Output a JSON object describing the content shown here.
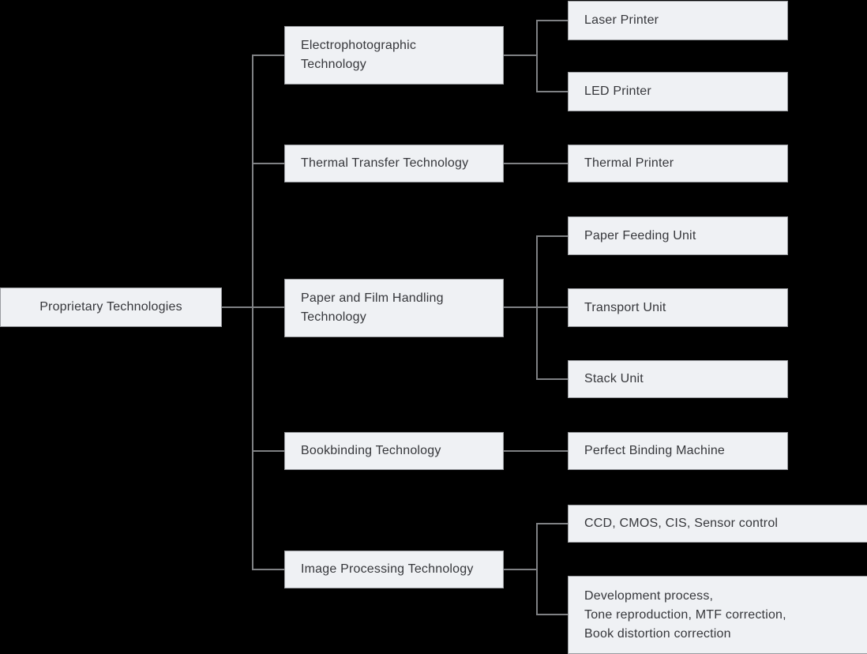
{
  "diagram": {
    "title": "Proprietary Technologies tree diagram",
    "colors": {
      "background": "#000000",
      "box_fill": "#eff1f4",
      "box_border": "#9a9ca0",
      "line_color": "#7f8184",
      "text_color": "#36373b"
    },
    "root": {
      "label": "Proprietary Technologies"
    },
    "branches": [
      {
        "label": "Electrophotographic\nTechnology",
        "children": [
          "Laser Printer",
          "LED Printer"
        ]
      },
      {
        "label": "Thermal Transfer Technology",
        "children": [
          "Thermal Printer"
        ]
      },
      {
        "label": "Paper and Film Handling\nTechnology",
        "children": [
          "Paper Feeding Unit",
          "Transport Unit",
          "Stack Unit"
        ]
      },
      {
        "label": "Bookbinding Technology",
        "children": [
          "Perfect Binding Machine"
        ]
      },
      {
        "label": "Image Processing Technology",
        "children": [
          "CCD, CMOS, CIS, Sensor control",
          "Development process,\nTone reproduction, MTF correction,\nBook distortion correction"
        ]
      }
    ]
  }
}
